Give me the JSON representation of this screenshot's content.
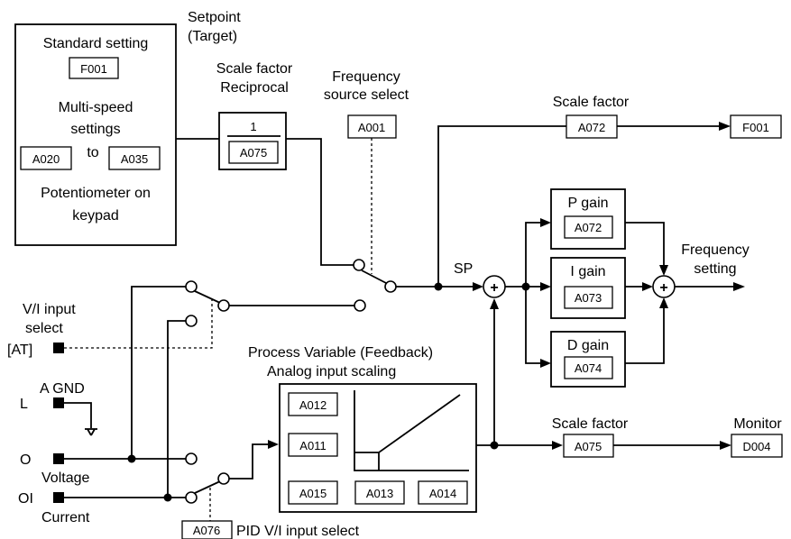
{
  "source_box": {
    "standard_setting": "Standard setting",
    "standard_param": "F001",
    "multispeed_line1": "Multi-speed",
    "multispeed_line2": "settings",
    "multispeed_from": "A020",
    "multispeed_to_word": "to",
    "multispeed_to": "A035",
    "pot_line1": "Potentiometer on",
    "pot_line2": "keypad"
  },
  "setpoint": {
    "line1": "Setpoint",
    "line2": "(Target)"
  },
  "reciprocal": {
    "label1": "Scale factor",
    "label2": "Reciprocal",
    "numerator": "1",
    "param": "A075"
  },
  "freq_source": {
    "line1": "Frequency",
    "line2": "source select",
    "param": "A001"
  },
  "top_scale": {
    "label": "Scale factor",
    "param": "A072",
    "output": "F001"
  },
  "sp_label": "SP",
  "gains": {
    "p": {
      "label": "P gain",
      "param": "A072"
    },
    "i": {
      "label": "I gain",
      "param": "A073"
    },
    "d": {
      "label": "D gain",
      "param": "A074"
    }
  },
  "freq_out": {
    "line1": "Frequency",
    "line2": "setting"
  },
  "vi_select": {
    "line1": "V/I input",
    "line2": "select",
    "terminal": "[AT]"
  },
  "terminals": {
    "L": "L",
    "agnd": "A GND",
    "O": "O",
    "voltage": "Voltage",
    "OI": "OI",
    "current": "Current"
  },
  "process_variable": {
    "title": "Process Variable (Feedback)",
    "subtitle": "Analog input scaling",
    "params": [
      "A012",
      "A011",
      "A015",
      "A013",
      "A014"
    ]
  },
  "monitor_scale": {
    "label": "Scale factor",
    "param": "A075",
    "monitor_label": "Monitor",
    "monitor_param": "D004"
  },
  "pid_vi": {
    "param": "A076",
    "label": "PID V/I input select"
  },
  "summer_symbol": "+"
}
